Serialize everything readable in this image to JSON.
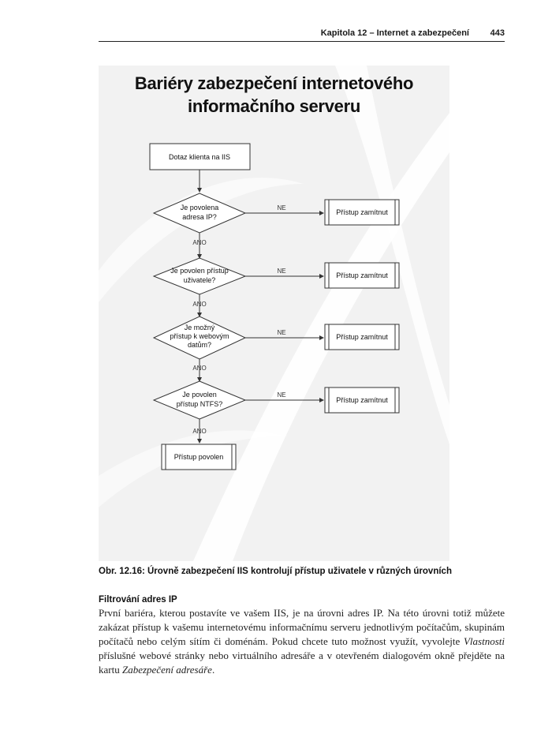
{
  "header": {
    "chapter": "Kapitola 12 – Internet a zabezpečení",
    "page_number": "443"
  },
  "figure": {
    "title_line1": "Bariéry zabezpečení internetového",
    "title_line2": "informačního serveru",
    "start_box": "Dotaz klienta na IIS",
    "decisions": [
      {
        "lines": [
          "Je povolena",
          "adresa IP?"
        ]
      },
      {
        "lines": [
          "Je povolen přístup",
          "uživatele?"
        ]
      },
      {
        "lines": [
          "Je možný",
          "přístup k webovým",
          "datům?"
        ]
      },
      {
        "lines": [
          "Je povolen",
          "přístup NTFS?"
        ]
      }
    ],
    "no_label": "NE",
    "yes_label": "ANO",
    "deny_box": "Přístup zamítnut",
    "allow_box": "Přístup povolen"
  },
  "caption": "Obr. 12.16: Úrovně zabezpečení IIS kontrolují přístup uživatele v různých úrovních",
  "section": {
    "heading": "Filtrování adres IP",
    "paragraph_part1": "První bariéra, kterou postavíte ve vašem IIS, je na úrovni adres IP. Na této úrovni totiž můžete zakázat přístup k vašemu internetovému informačnímu serveru jednotlivým počítačům, skupinám počítačů nebo celým sítím či doménám. Pokud chcete tuto možnost využít, vyvolejte ",
    "paragraph_italic1": "Vlastnosti",
    "paragraph_part2": " příslušné webové stránky nebo virtuálního adresáře a v otevřeném dialogovém okně přejděte na kartu ",
    "paragraph_italic2": "Zabezpečení adresáře",
    "paragraph_part3": "."
  }
}
